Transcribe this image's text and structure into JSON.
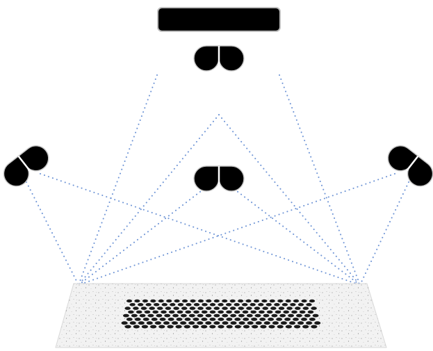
{
  "colors": {
    "background": "#ffffff",
    "device_fill": "#000000",
    "device_outline": "#bdbdbd",
    "sightline": "#6f95d6",
    "board_fill": "#f2f2f2",
    "board_speckle": "#7a7a7a",
    "pattern_dot": "#1a1a1a"
  },
  "scene": {
    "cameras": [
      {
        "id": "top",
        "icon": "camera-pair-icon"
      },
      {
        "id": "center",
        "icon": "camera-pair-icon"
      },
      {
        "id": "left",
        "icon": "camera-pair-icon"
      },
      {
        "id": "right",
        "icon": "camera-pair-icon"
      }
    ],
    "projector": {
      "icon": "projector-bar-icon"
    },
    "calibration_board": {
      "pattern": "dot-grid",
      "pattern_rows": 8,
      "pattern_cols": 24
    }
  }
}
